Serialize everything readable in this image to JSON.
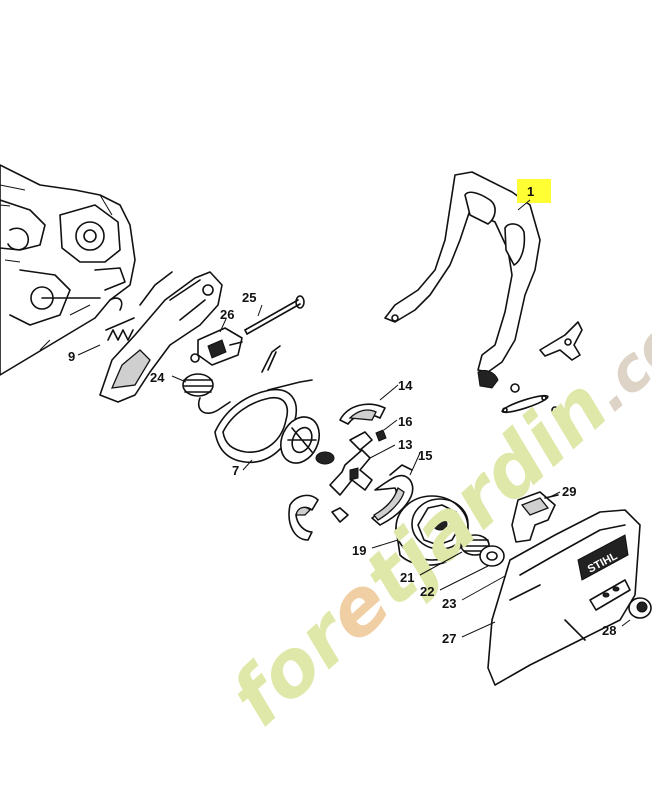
{
  "watermark": {
    "text_main": "foretjardin",
    "text_accent": "e",
    "text_tail": ".com",
    "color_main": "#dfe8a8",
    "color_accent": "#f1cfa4",
    "color_tail": "#ddd3c6"
  },
  "highlight_color": "#ffff33",
  "brand_text": "STIHL",
  "callouts": [
    {
      "id": "1",
      "label": "1"
    },
    {
      "id": "7",
      "label": "7"
    },
    {
      "id": "9",
      "label": "9"
    },
    {
      "id": "13",
      "label": "13"
    },
    {
      "id": "14",
      "label": "14"
    },
    {
      "id": "15",
      "label": "15"
    },
    {
      "id": "16",
      "label": "16"
    },
    {
      "id": "19",
      "label": "19"
    },
    {
      "id": "21",
      "label": "21"
    },
    {
      "id": "22",
      "label": "22"
    },
    {
      "id": "23",
      "label": "23"
    },
    {
      "id": "24",
      "label": "24"
    },
    {
      "id": "25",
      "label": "25"
    },
    {
      "id": "26",
      "label": "26"
    },
    {
      "id": "27",
      "label": "27"
    },
    {
      "id": "28",
      "label": "28"
    },
    {
      "id": "29",
      "label": "29"
    }
  ]
}
